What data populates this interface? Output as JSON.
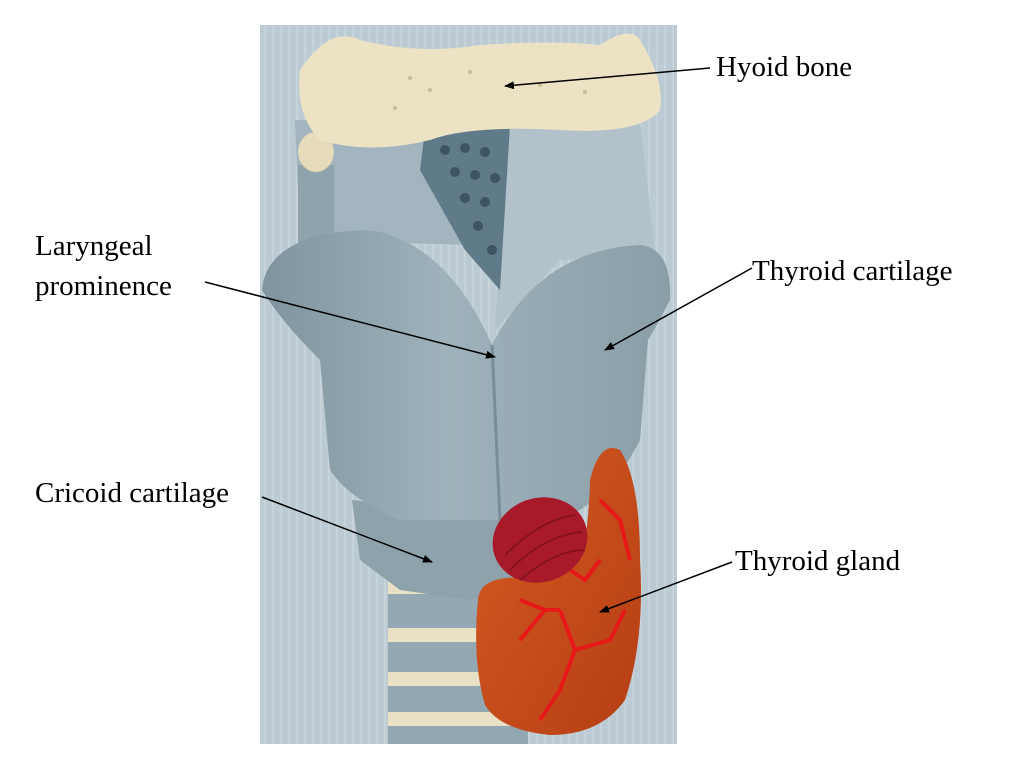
{
  "labels": {
    "hyoid_bone": "Hyoid bone",
    "laryngeal_prominence_line1": "Laryngeal",
    "laryngeal_prominence_line2": "prominence",
    "thyroid_cartilage": "Thyroid cartilage",
    "cricoid_cartilage": "Cricoid cartilage",
    "thyroid_gland": "Thyroid gland"
  },
  "colors": {
    "background": "#ffffff",
    "photo_background": "#b9c7cf",
    "hyoid_bone": "#ece2c4",
    "cartilage": "#90a4ae",
    "ligament": "#a7b7c0",
    "muscle": "#a8192a",
    "thyroid_gland": "#c9501f",
    "vessels": "#e01818",
    "text": "#000000"
  }
}
